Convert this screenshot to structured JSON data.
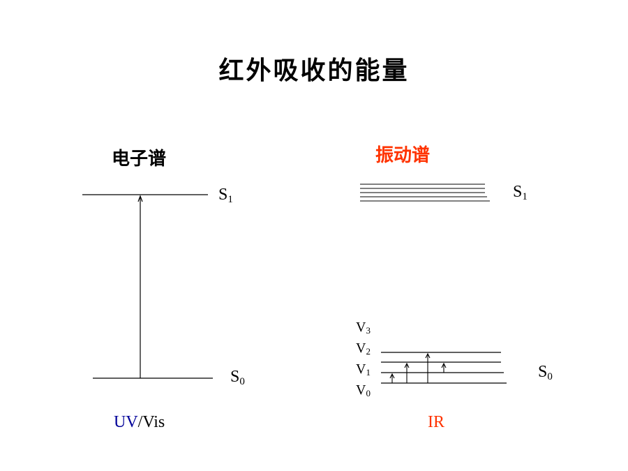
{
  "title": "红外吸收的能量",
  "colors": {
    "accent_red": "#ff3300",
    "accent_blue": "#000099",
    "line": "#000000"
  },
  "electronic": {
    "heading": "电子谱",
    "upper_state": {
      "symbol": "S",
      "sub": "1"
    },
    "lower_state": {
      "symbol": "S",
      "sub": "0"
    },
    "caption_part1": "UV",
    "caption_part2": "/Vis"
  },
  "vibrational": {
    "heading": "振动谱",
    "upper_state": {
      "symbol": "S",
      "sub": "1"
    },
    "lower_state": {
      "symbol": "S",
      "sub": "0"
    },
    "levels": [
      {
        "symbol": "V",
        "sub": "3"
      },
      {
        "symbol": "V",
        "sub": "2"
      },
      {
        "symbol": "V",
        "sub": "1"
      },
      {
        "symbol": "V",
        "sub": "0"
      }
    ],
    "caption": "IR"
  }
}
